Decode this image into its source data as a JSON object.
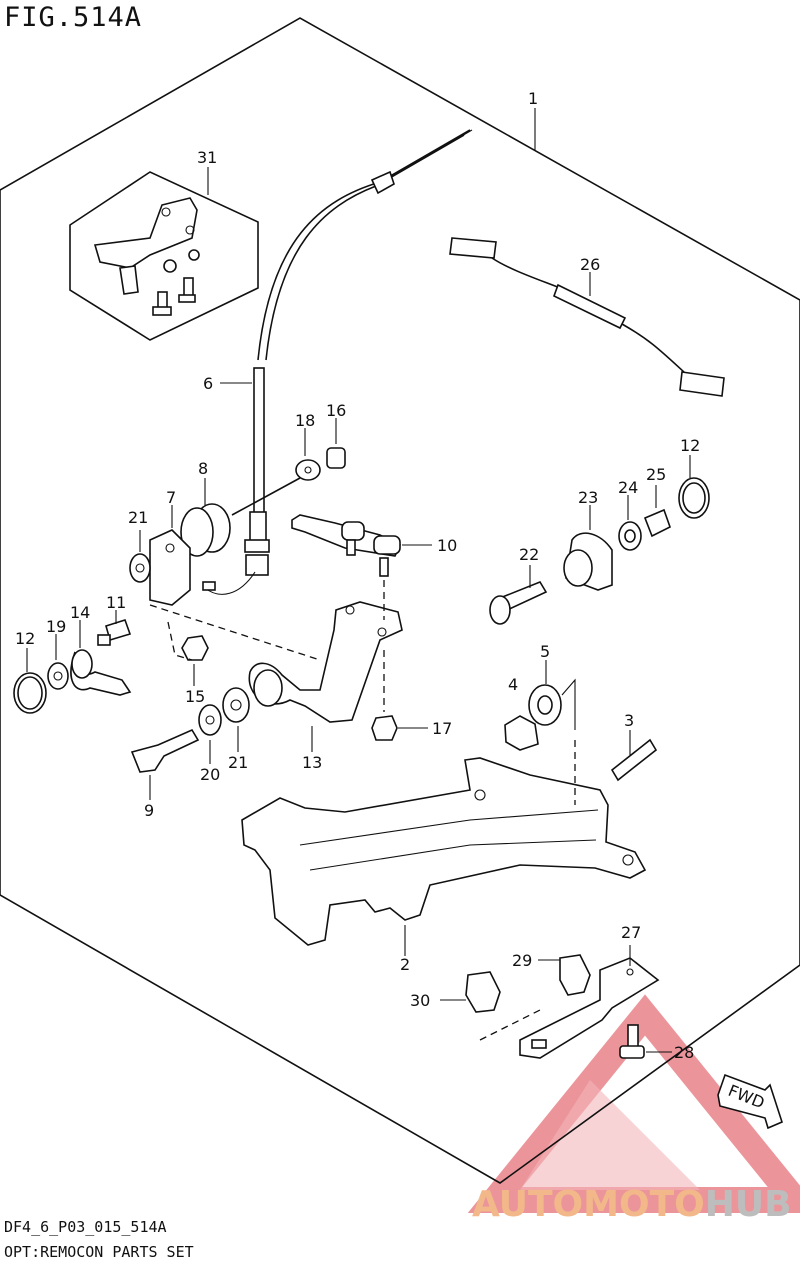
{
  "figure": {
    "title": "FIG.514A",
    "code": "DF4_6_P03_015_514A",
    "description": "OPT:REMOCON PARTS SET"
  },
  "callouts": [
    "1",
    "2",
    "3",
    "4",
    "5",
    "6",
    "7",
    "8",
    "9",
    "10",
    "11",
    "12",
    "12",
    "13",
    "14",
    "15",
    "16",
    "17",
    "18",
    "19",
    "20",
    "21",
    "21",
    "22",
    "23",
    "24",
    "25",
    "26",
    "27",
    "28",
    "29",
    "30",
    "31"
  ],
  "fwd_label": "FWD",
  "watermark": {
    "part1": "AUTOMOTO",
    "part2": "HUB",
    "color1": "#f2b889",
    "color2": "#bdbdbd",
    "triangle_color": "#e8838a"
  }
}
